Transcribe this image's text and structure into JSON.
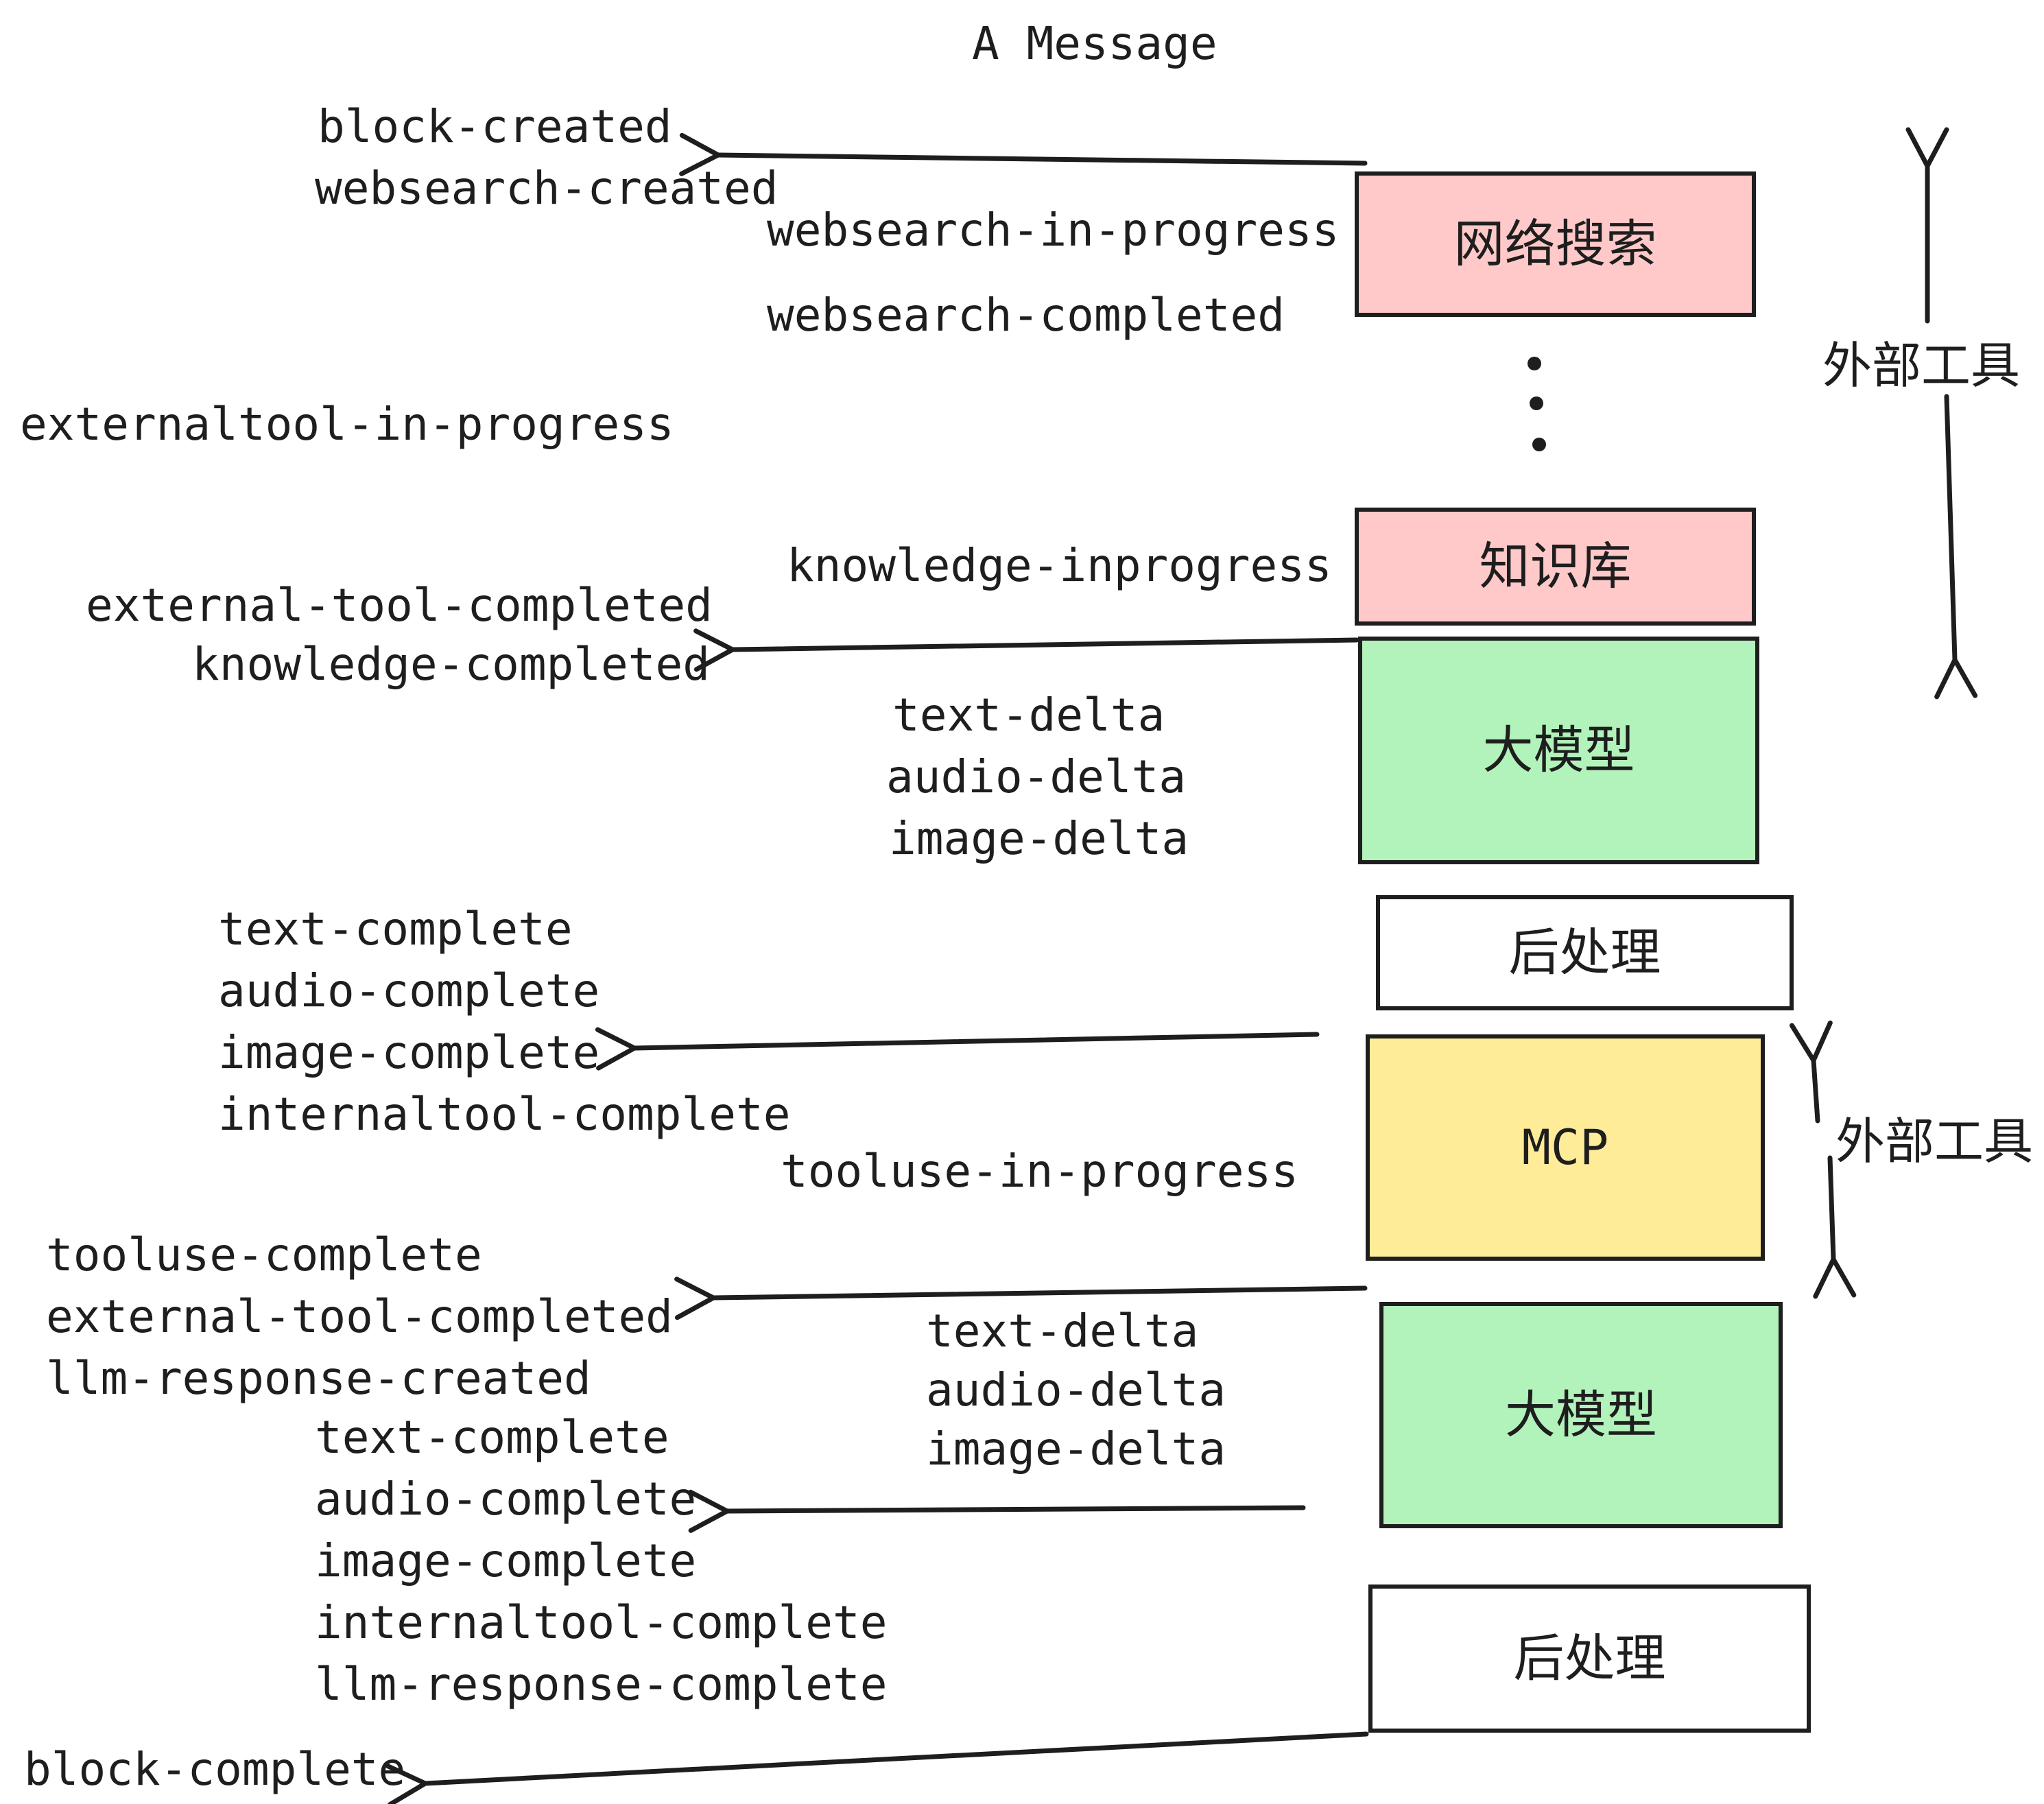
{
  "title": "A Message",
  "colors": {
    "ink": "#1e1e1e",
    "pink": "#ffc9c9",
    "green": "#b2f2bb",
    "yellow": "#ffec99",
    "white": "#ffffff"
  },
  "boxes": [
    {
      "id": "websearch",
      "label": "网络搜索",
      "fill": "pink"
    },
    {
      "id": "knowledge",
      "label": "知识库",
      "fill": "pink"
    },
    {
      "id": "llm-1",
      "label": "大模型",
      "fill": "green"
    },
    {
      "id": "postprocess-1",
      "label": "后处理",
      "fill": "white"
    },
    {
      "id": "mcp",
      "label": "MCP",
      "fill": "yellow"
    },
    {
      "id": "llm-2",
      "label": "大模型",
      "fill": "green"
    },
    {
      "id": "postprocess-2",
      "label": "后处理",
      "fill": "white"
    }
  ],
  "side_labels": [
    {
      "text": "外部工具"
    },
    {
      "text": "外部工具"
    }
  ],
  "events": [
    {
      "text": "block-created"
    },
    {
      "text": "websearch-created"
    },
    {
      "text": "websearch-in-progress"
    },
    {
      "text": "websearch-completed"
    },
    {
      "text": "externaltool-in-progress"
    },
    {
      "text": "knowledge-inprogress"
    },
    {
      "text": "external-tool-completed"
    },
    {
      "text": "knowledge-completed"
    },
    {
      "text": "text-delta"
    },
    {
      "text": "audio-delta"
    },
    {
      "text": "image-delta"
    },
    {
      "text": "text-complete"
    },
    {
      "text": "audio-complete"
    },
    {
      "text": "image-complete"
    },
    {
      "text": "internaltool-complete"
    },
    {
      "text": "tooluse-in-progress"
    },
    {
      "text": "tooluse-complete"
    },
    {
      "text": "external-tool-completed"
    },
    {
      "text": "llm-response-created"
    },
    {
      "text": "text-delta"
    },
    {
      "text": "audio-delta"
    },
    {
      "text": "image-delta"
    },
    {
      "text": "text-complete"
    },
    {
      "text": "audio-complete"
    },
    {
      "text": "image-complete"
    },
    {
      "text": "internaltool-complete"
    },
    {
      "text": "llm-response-complete"
    },
    {
      "text": "block-complete"
    }
  ]
}
